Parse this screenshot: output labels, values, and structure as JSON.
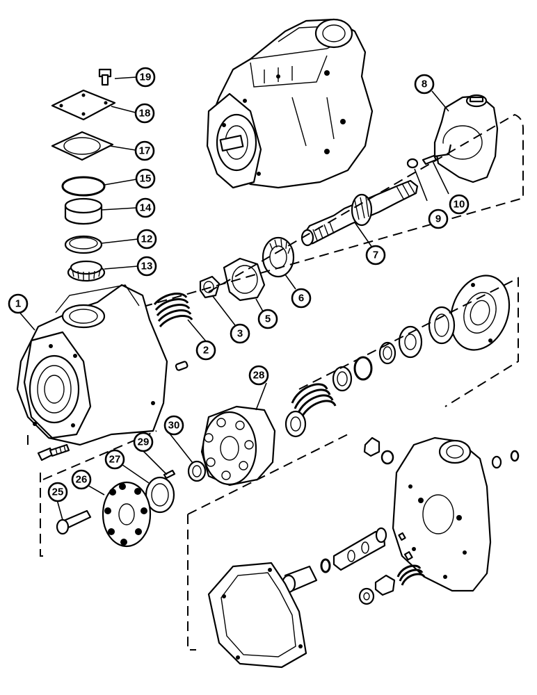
{
  "callouts": [
    {
      "id": "1",
      "label": "1"
    },
    {
      "id": "2",
      "label": "2"
    },
    {
      "id": "3",
      "label": "3"
    },
    {
      "id": "5",
      "label": "5"
    },
    {
      "id": "6",
      "label": "6"
    },
    {
      "id": "7",
      "label": "7"
    },
    {
      "id": "8",
      "label": "8"
    },
    {
      "id": "9",
      "label": "9"
    },
    {
      "id": "10",
      "label": "10"
    },
    {
      "id": "12",
      "label": "12"
    },
    {
      "id": "13",
      "label": "13"
    },
    {
      "id": "14",
      "label": "14"
    },
    {
      "id": "15",
      "label": "15"
    },
    {
      "id": "17",
      "label": "17"
    },
    {
      "id": "18",
      "label": "18"
    },
    {
      "id": "19",
      "label": "19"
    },
    {
      "id": "25",
      "label": "25"
    },
    {
      "id": "26",
      "label": "26"
    },
    {
      "id": "27",
      "label": "27"
    },
    {
      "id": "28",
      "label": "28"
    },
    {
      "id": "29",
      "label": "29"
    },
    {
      "id": "30",
      "label": "30"
    }
  ]
}
